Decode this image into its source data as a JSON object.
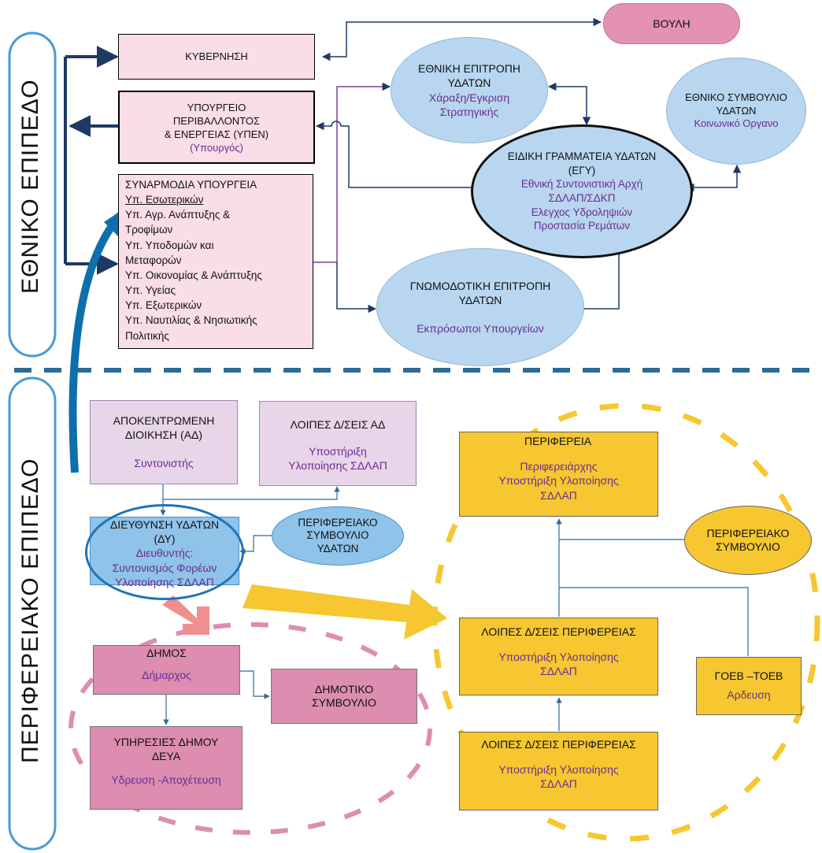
{
  "levels": {
    "national": "ΕΘΝΙΚΟ ΕΠΙΠΕΔΟ",
    "regional": "ΠΕΡΙΦΕΡΕΙΑΚΟ ΕΠΙΠΕΔΟ"
  },
  "national": {
    "parliament": "ΒΟΥΛΗ",
    "government": "ΚΥΒΕΡΝΗΣΗ",
    "ministry": {
      "line1": "ΥΠΟΥΡΓΕΙΟ",
      "line2": "ΠΕΡΙΒΑΛΛΟΝΤΟΣ",
      "line3": "& ΕΝΕΡΓΕΙΑΣ (ΥΠΕΝ)",
      "role": "(Υπουργός)"
    },
    "co_ministries": {
      "title": "ΣΥΝΑΡΜΟΔΙΑ ΥΠΟΥΡΓΕΙΑ",
      "items": [
        "Υπ. Εσωτερικών",
        "Υπ. Αγρ. Ανάπτυξης &",
        "Τροφίμων",
        "Υπ. Υποδομών και",
        "Μεταφορών",
        "Υπ. Οικονομίας & Ανάπτυξης",
        "Υπ. Υγείας",
        "Υπ. Εξωτερικών",
        "Υπ. Ναυτιλίας & Νησιωτικής",
        "Πολιτικής"
      ]
    },
    "national_committee": {
      "title1": "ΕΘΝΙΚΗ ΕΠΙΤΡΟΠΗ",
      "title2": "ΥΔΑΤΩΝ",
      "desc1": "Χάραξη/Εγκριση",
      "desc2": "Στρατηγικής"
    },
    "national_council": {
      "title1": "ΕΘΝΙΚΟ ΣΥΜΒΟΥΛΙΟ",
      "title2": "ΥΔΑΤΩΝ",
      "desc": "Κοινωνικό Οργανο"
    },
    "special_secretariat": {
      "title1": "ΕΙΔΙΚΗ ΓΡΑΜΜΑΤΕΙΑ ΥΔΑΤΩΝ",
      "title2": "(ΕΓΥ)",
      "desc1": "Εθνική Συντονιστική Αρχή",
      "desc2": "ΣΔΛΑΠ/ΣΔΚΠ",
      "desc3": "Ελεγχος Υδροληψιών",
      "desc4": "Προστασία Ρεμάτων"
    },
    "advisory_committee": {
      "title1": "ΓΝΩΜΟΔΟΤΙΚΗ ΕΠΙΤΡΟΠΗ",
      "title2": "ΥΔΑΤΩΝ",
      "desc": "Εκπρόσωποι Υπουργείων"
    }
  },
  "regional": {
    "decentralized": {
      "title1": "ΑΠΟΚΕΝΤΡΩΜΕΝΗ",
      "title2": "ΔΙΟΙΚΗΣΗ (ΑΔ)",
      "desc": "Συντονιστής"
    },
    "other_ad": {
      "title": "ΛΟΙΠΕΣ Δ/ΣΕΙΣ ΑΔ",
      "desc1": "Υποστήριξη",
      "desc2": "Υλοποίησης ΣΔΛΑΠ"
    },
    "water_directorate": {
      "title1": "ΔΙΕΥΘΥΝΣΗ ΥΔΑΤΩΝ",
      "title2": "(ΔΥ)",
      "desc1": "Διευθυντής:",
      "desc2": "Συντονισμός Φορέων",
      "desc3": "Υλοποίησης ΣΔΛΑΠ"
    },
    "regional_water_council": {
      "line1": "ΠΕΡΙΦΕΡΕΙΑΚΟ",
      "line2": "ΣΥΜΒΟΥΛΙΟ",
      "line3": "ΥΔΑΤΩΝ"
    },
    "region": {
      "title": "ΠΕΡΙΦΕΡΕΙΑ",
      "desc1": "Περιφερειάρχης",
      "desc2": "Υποστήριξη Υλοποίησης",
      "desc3": "ΣΔΛΑΠ"
    },
    "regional_council": {
      "line1": "ΠΕΡΙΦΕΡΕΙΑΚΟ",
      "line2": "ΣΥΜΒΟΥΛΙΟ"
    },
    "other_region_1": {
      "title": "ΛΟΙΠΕΣ Δ/ΣΕΙΣ ΠΕΡΙΦΕΡΕΙΑΣ",
      "desc1": "Υποστήριξη Υλοποίησης",
      "desc2": "ΣΔΛΑΠ"
    },
    "other_region_2": {
      "title": "ΛΟΙΠΕΣ Δ/ΣΕΙΣ ΠΕΡΙΦΕΡΕΙΑΣ",
      "desc1": "Υποστήριξη Υλοποίησης",
      "desc2": "ΣΔΛΑΠ"
    },
    "goeb": {
      "title": "ΓΟΕΒ –ΤΟΕΒ",
      "desc": "Αρδευση"
    },
    "municipality": {
      "title": "ΔΗΜΟΣ",
      "desc": "Δήμαρχος"
    },
    "municipal_council": {
      "line1": "ΔΗΜΟΤΙΚΟ",
      "line2": "ΣΥΜΒΟΥΛΙΟ"
    },
    "municipal_services": {
      "title1": "ΥΠΗΡΕΣΙΕΣ ΔΗΜΟΥ",
      "title2": "ΔΕΥΑ",
      "desc": "Υδρευση -Αποχέτευση"
    }
  },
  "colors": {
    "navy": "#1f3864",
    "blue_dashed": "#2e6b94",
    "pink_box": "#f9dde7",
    "lilac": "#e8d5ea",
    "light_blue": "#b8d6ef",
    "yellow": "#f6c730",
    "muni_pink": "#dc8db0",
    "text_purple": "#6a2c91"
  }
}
